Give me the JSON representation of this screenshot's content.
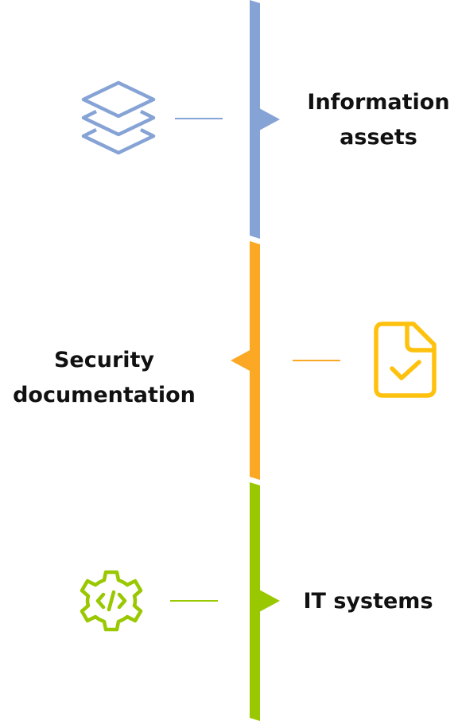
{
  "colors": {
    "blue": "#86A3D6",
    "orange": "#FBA825",
    "yellow": "#FDC10E",
    "green": "#99C800"
  },
  "steps": [
    {
      "line1": "Information",
      "line2": "assets",
      "icon": "layers-icon",
      "color": "#86A3D6"
    },
    {
      "line1": "Security",
      "line2": "documentation",
      "icon": "document-check-icon",
      "color": "#FBA825"
    },
    {
      "label": "IT systems",
      "icon": "code-gear-icon",
      "color": "#99C800"
    }
  ]
}
